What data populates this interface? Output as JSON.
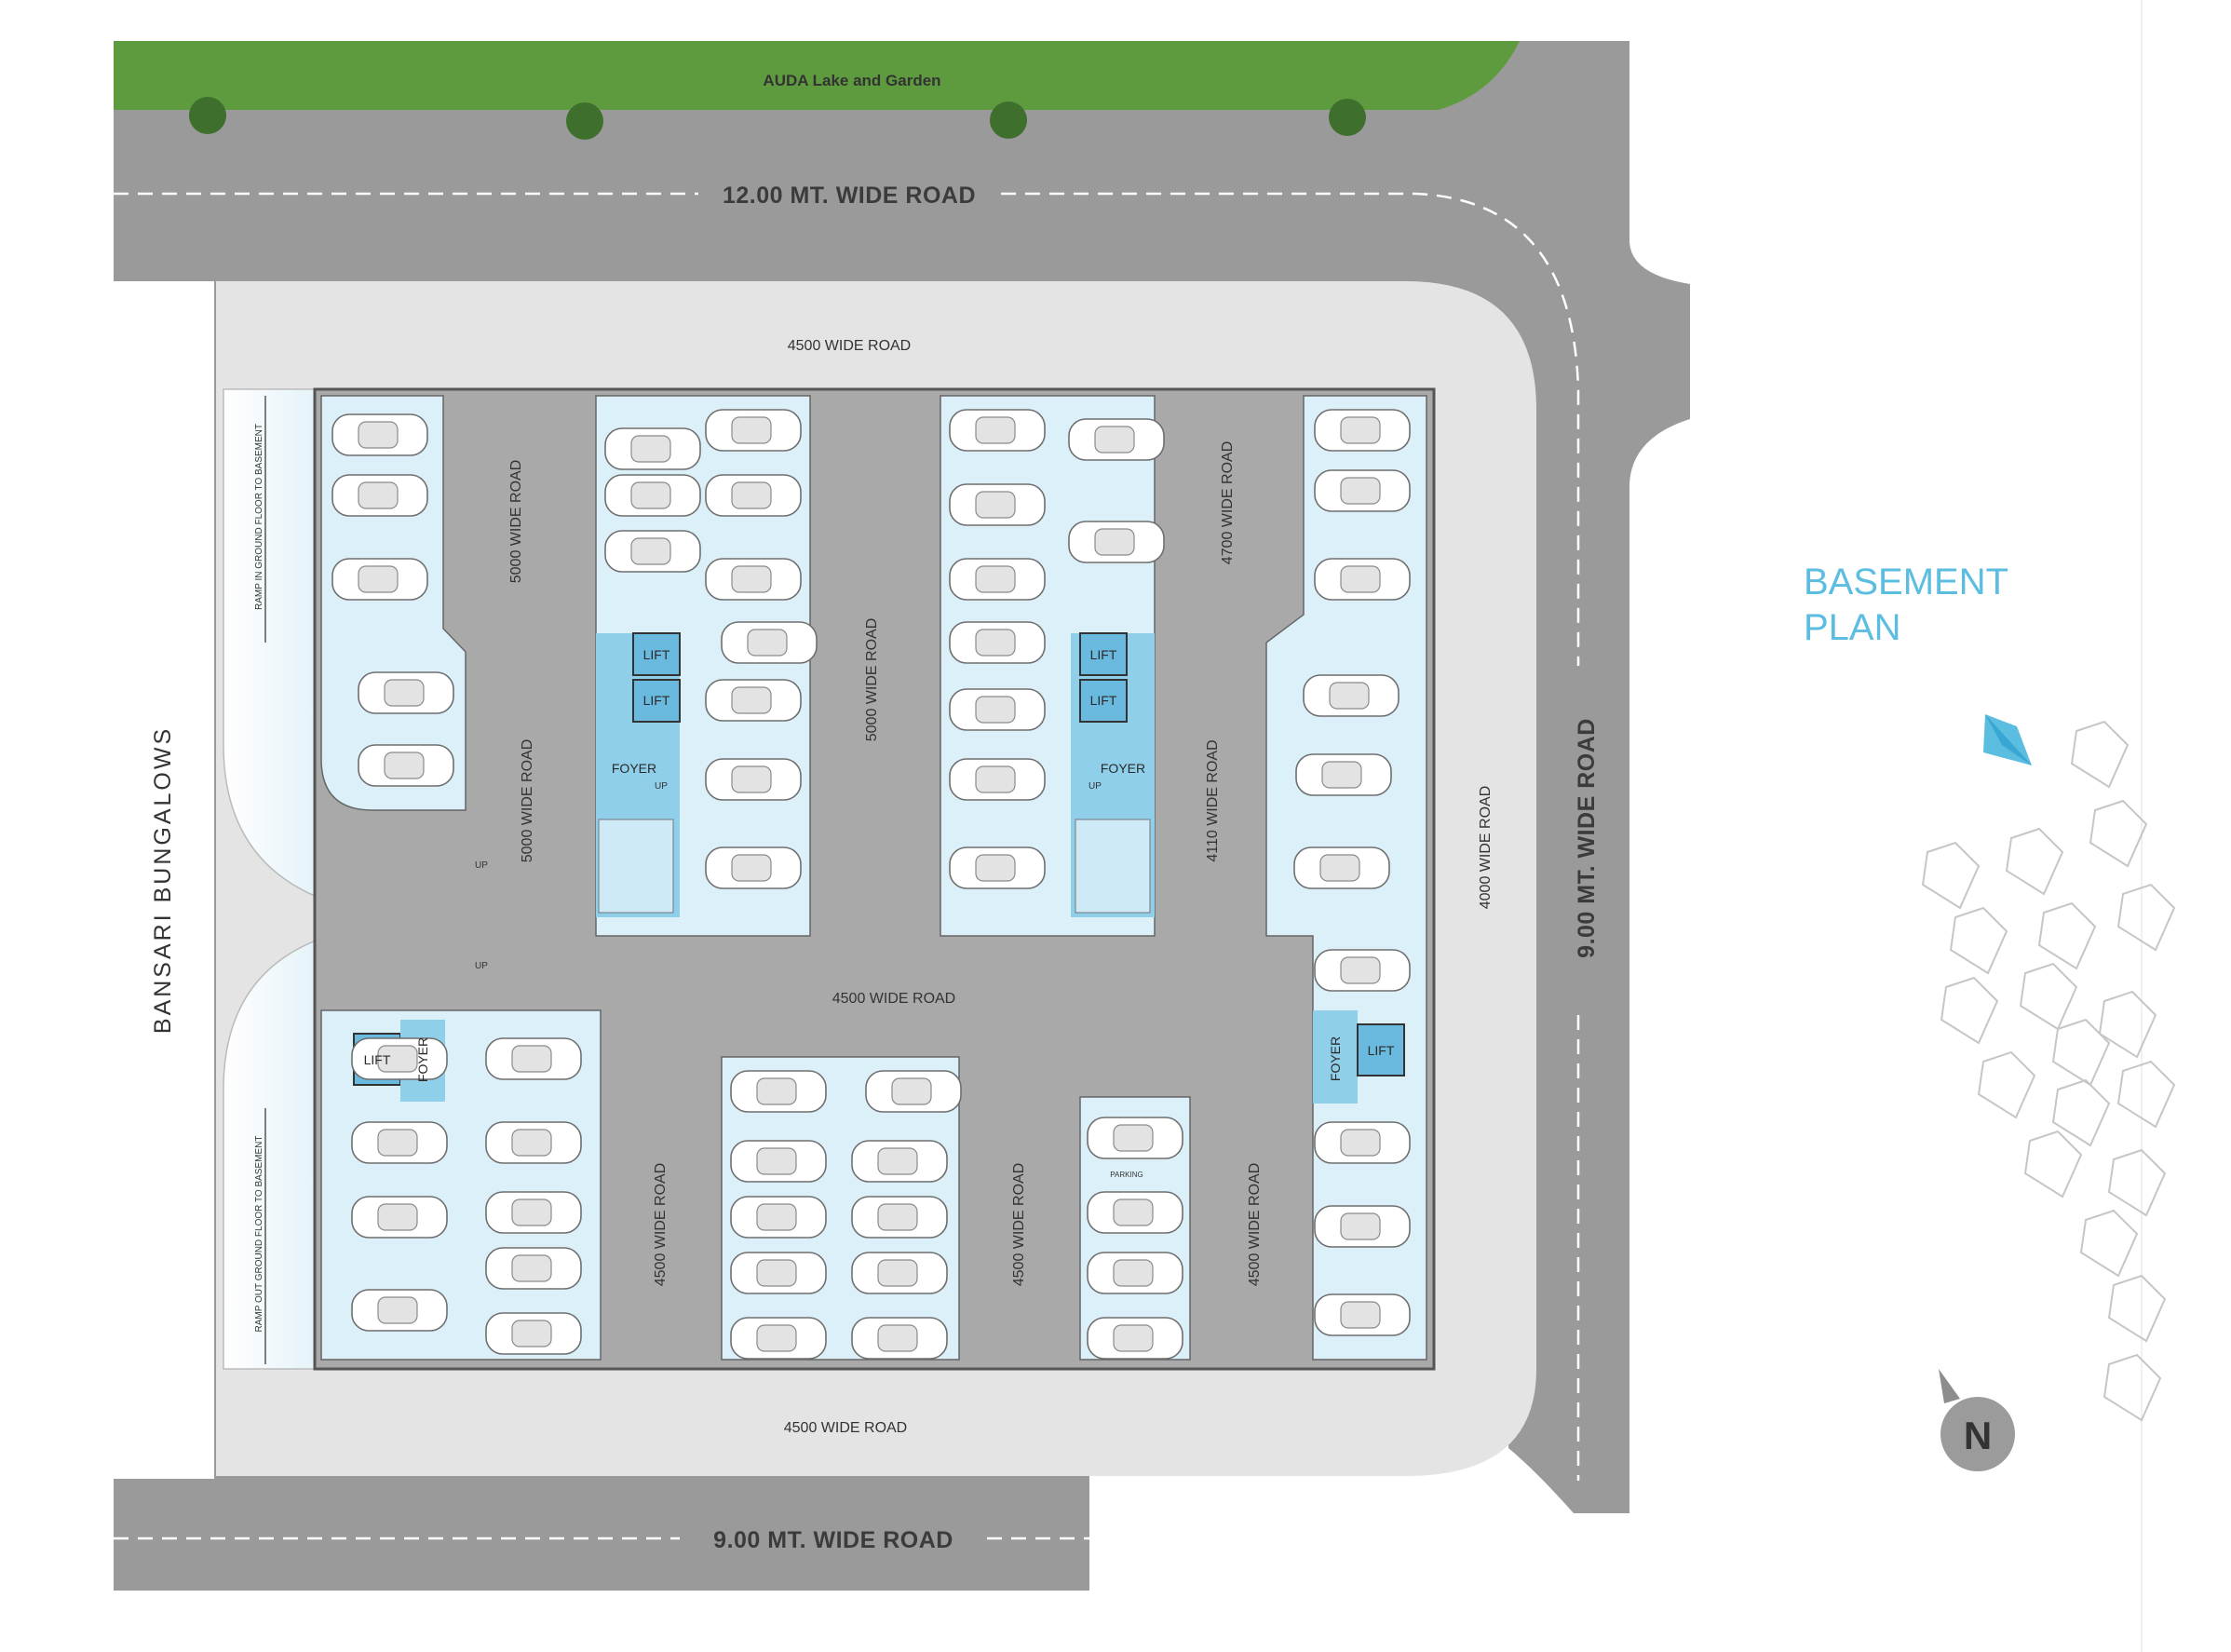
{
  "title": {
    "line1": "BASEMENT",
    "line2": "PLAN"
  },
  "surroundings": {
    "garden": "AUDA Lake and Garden",
    "north_road": "12.00 MT. WIDE ROAD",
    "east_road": "9.00 MT. WIDE ROAD",
    "south_road": "9.00 MT. WIDE ROAD",
    "west_neighbour": "BANSARI BUNGALOWS"
  },
  "internal_roads": {
    "north": "4500 WIDE ROAD",
    "south": "4500 WIDE ROAD",
    "center": "4500 WIDE ROAD",
    "east": "4000 WIDE ROAD",
    "west_upper": "5000 WIDE ROAD",
    "west_lower": "5000 WIDE ROAD",
    "middle_left": "5000 WIDE ROAD",
    "middle_right_upper": "4700 WIDE ROAD",
    "middle_right_lower": "4110 WIDE ROAD",
    "south_a": "4500 WIDE ROAD",
    "south_b": "4500 WIDE ROAD",
    "south_c": "4500 WIDE ROAD"
  },
  "ramps": {
    "in": "RAMP IN GROUND FLOOR TO BASEMENT",
    "out": "RAMP OUT GROUND FLOOR TO BASEMENT",
    "up": "UP"
  },
  "cores": {
    "lift": "LIFT",
    "foyer": "FOYER",
    "up": "UP"
  },
  "parking_label": "PARKING",
  "compass": {
    "label": "N"
  },
  "colors": {
    "road": "#9a9a9a",
    "grass": "#5e9b3e",
    "setback": "#e4e4e4",
    "parking": "#dcf0fa",
    "lift": "#6ab9df",
    "drive": "#a9a9a9",
    "accent": "#5bbde0"
  }
}
